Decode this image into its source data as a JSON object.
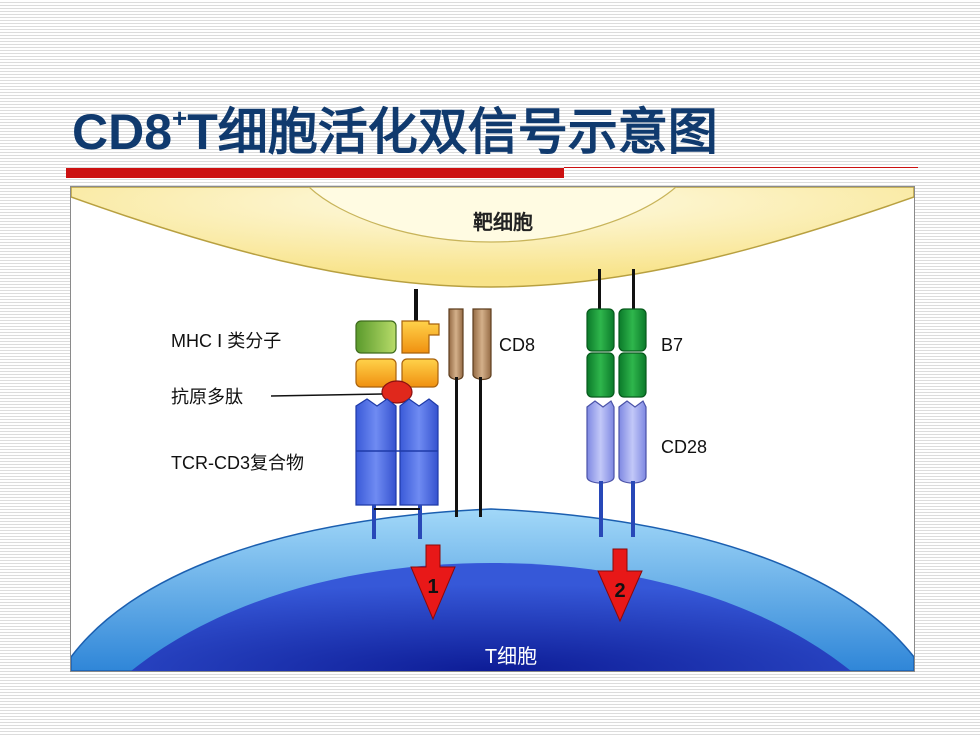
{
  "slide": {
    "title_main": "CD8",
    "title_sup": "+",
    "title_rest": "T细胞活化双信号示意图"
  },
  "diagram": {
    "target_cell_label": "靶细胞",
    "t_cell_label": "T细胞",
    "labels": {
      "mhc": "MHC Ⅰ 类分子",
      "antigen": "抗原多肽",
      "tcr": "TCR-CD3复合物",
      "cd8": "CD8",
      "b7": "B7",
      "cd28": "CD28"
    },
    "signal_1": "1",
    "signal_2": "2",
    "colors": {
      "target_cell": "#fbe99a",
      "t_cell_outer": "#5aaee8",
      "t_cell_inner": "#1c2fb5",
      "mhc_green": "#8cc04a",
      "mhc_orange": "#f7a81c",
      "antigen": "#e0281c",
      "tcr": "#4d6fe0",
      "cd8": "#b99068",
      "b7": "#1fa03a",
      "cd28": "#a0a8ee",
      "signal_arrow": "#e81818"
    }
  }
}
